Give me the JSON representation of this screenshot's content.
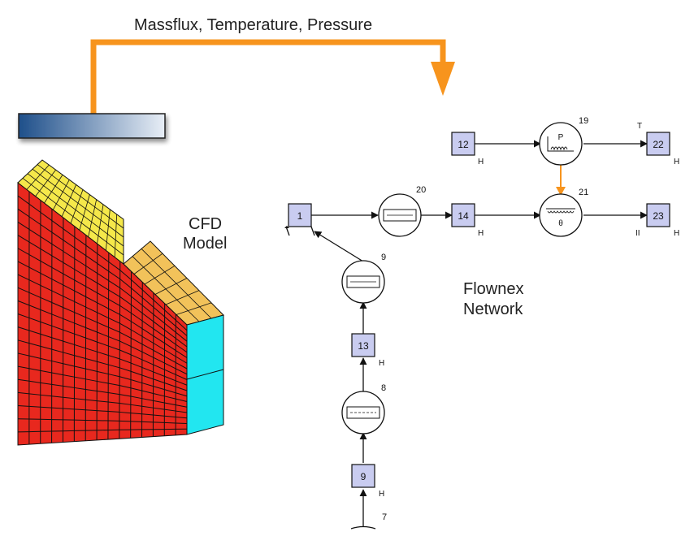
{
  "title": "Massflux, Temperature, Pressure",
  "cfd_label": [
    "CFD",
    "Model"
  ],
  "network_label": [
    "Flownex",
    "Network"
  ],
  "colors": {
    "transfer_arrow": "#F7941D",
    "slab_dark": "#1E4F8A",
    "slab_light": "#E8EEF6",
    "mesh_red": "#E8281E",
    "mesh_yellow": "#F5E84A",
    "mesh_orange": "#F2C25A",
    "mesh_cyan": "#22E6F0",
    "node_fill": "#C9CCF0",
    "line": "#111111"
  },
  "nodes": [
    {
      "id": "1",
      "label": "1",
      "tag": ""
    },
    {
      "id": "14",
      "label": "14",
      "tag": "H"
    },
    {
      "id": "12",
      "label": "12",
      "tag": "H"
    },
    {
      "id": "22",
      "label": "22",
      "tag": "H",
      "tag_top": "T"
    },
    {
      "id": "23",
      "label": "23",
      "tag": "H",
      "tag_left": "II"
    },
    {
      "id": "13",
      "label": "13",
      "tag": "H"
    },
    {
      "id": "9b",
      "label": "9",
      "tag": "H"
    }
  ],
  "elements": [
    {
      "id": "20",
      "label": "20",
      "kind": "pipe"
    },
    {
      "id": "19",
      "label": "19",
      "kind": "heat_source",
      "inner": "P"
    },
    {
      "id": "21",
      "label": "21",
      "kind": "heat_exchanger",
      "inner": "θ"
    },
    {
      "id": "9",
      "label": "9",
      "kind": "pipe"
    },
    {
      "id": "8",
      "label": "8",
      "kind": "pipe"
    }
  ],
  "bottom_node_label": "7"
}
